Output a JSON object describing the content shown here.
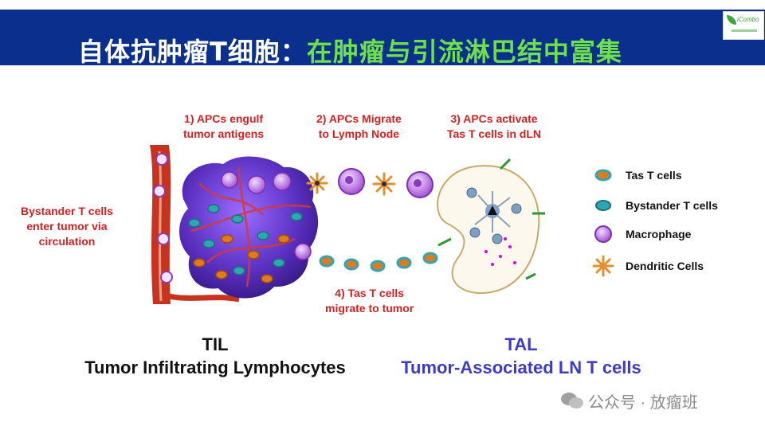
{
  "header": {
    "title_prefix": "自体抗肿瘤T细胞：",
    "title_highlight": "在肿瘤与引流淋巴结中富集"
  },
  "logo": {
    "brand": "iCombo"
  },
  "steps": {
    "s1": [
      "1) APCs engulf",
      "tumor antigens"
    ],
    "s2": [
      "2) APCs Migrate",
      "to Lymph Node"
    ],
    "s3": [
      "3) APCs activate",
      "Tas T cells in dLN"
    ],
    "s4": [
      "4) Tas T cells",
      "migrate to tumor"
    ],
    "bystander": [
      "Bystander T cells",
      "enter tumor via",
      "circulation"
    ]
  },
  "legend": [
    {
      "icon": "tas-t-cell-icon",
      "label": "Tas T cells"
    },
    {
      "icon": "bystander-t-cell-icon",
      "label": "Bystander T cells"
    },
    {
      "icon": "macrophage-icon",
      "label": "Macrophage"
    },
    {
      "icon": "dendritic-cell-icon",
      "label": "Dendritic Cells"
    }
  ],
  "til": {
    "abbr": "TIL",
    "full": "Tumor Infiltrating Lymphocytes"
  },
  "tal": {
    "abbr": "TAL",
    "full": "Tumor-Associated LN T cells"
  },
  "watermark": "公众号 · 放瘤班",
  "colors": {
    "header_bg": "#0b2f8c",
    "title_highlight": "#6ee04a",
    "step_text": "#d42020",
    "tal_text": "#3b3bc8",
    "tumor": "#6a3fd0",
    "vessel": "#c8331f"
  }
}
